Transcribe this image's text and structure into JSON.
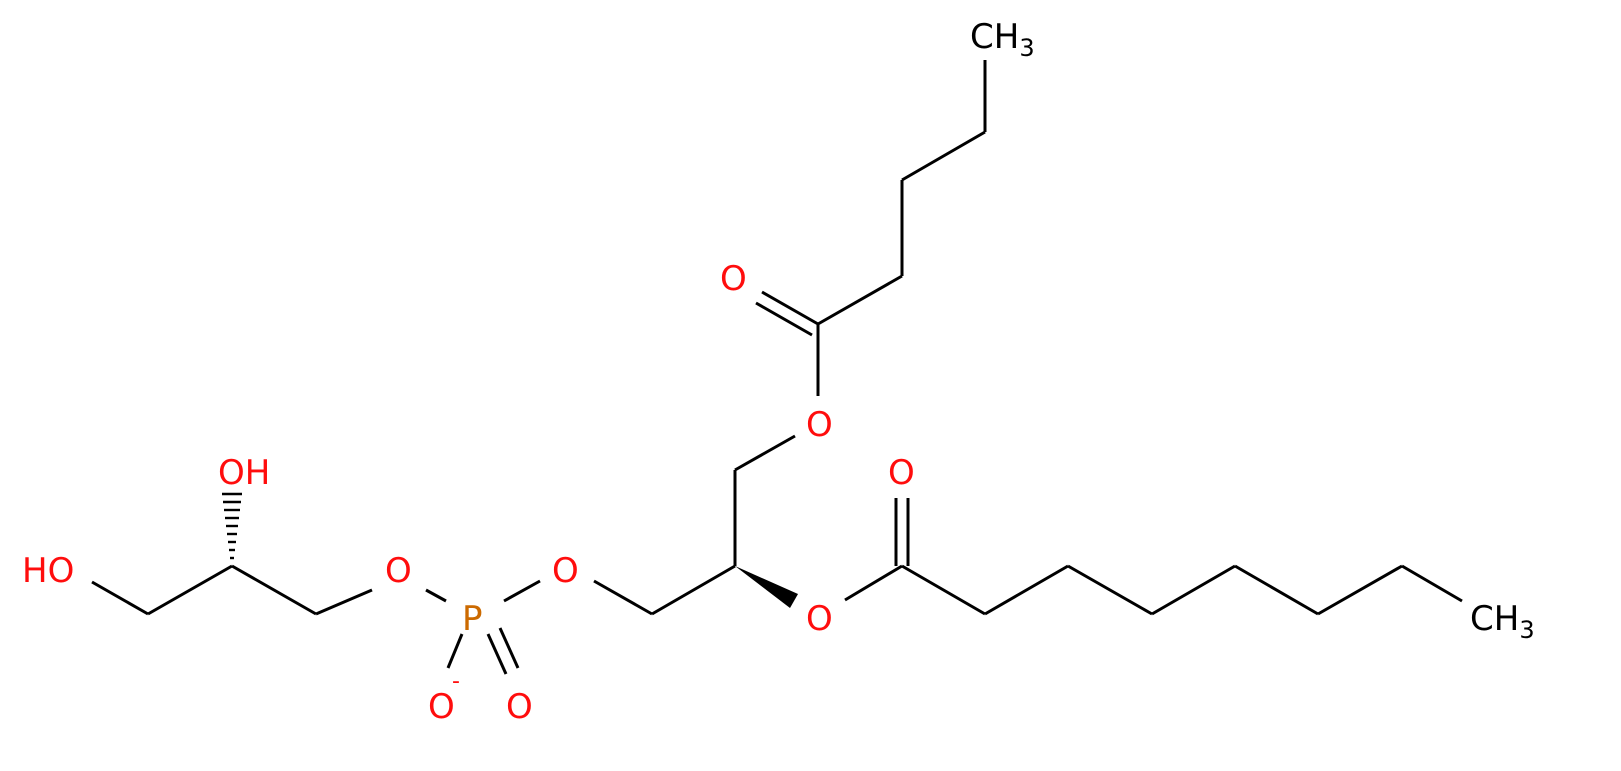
{
  "colors": {
    "bond": "#000000",
    "oxygen": "#ff0d0d",
    "phosphorus": "#cc6a00",
    "carbon_label": "#000000",
    "background": "#ffffff"
  },
  "labels": {
    "ch3_top": {
      "main": "CH",
      "sub": "3"
    },
    "ch3_right": {
      "main": "CH",
      "sub": "3"
    },
    "o_carbonyl_top": "O",
    "o_ester_top": "O",
    "o_carbonyl_right": "O",
    "o_ester_right": "O",
    "o_phosphate_right": "O",
    "phosphorus": "P",
    "o_phosphate_left": "O",
    "o_anion": "O",
    "o_anion_charge": "-",
    "o_phosphoryl": "O",
    "oh_upper": "OH",
    "oh_left": "HO"
  }
}
